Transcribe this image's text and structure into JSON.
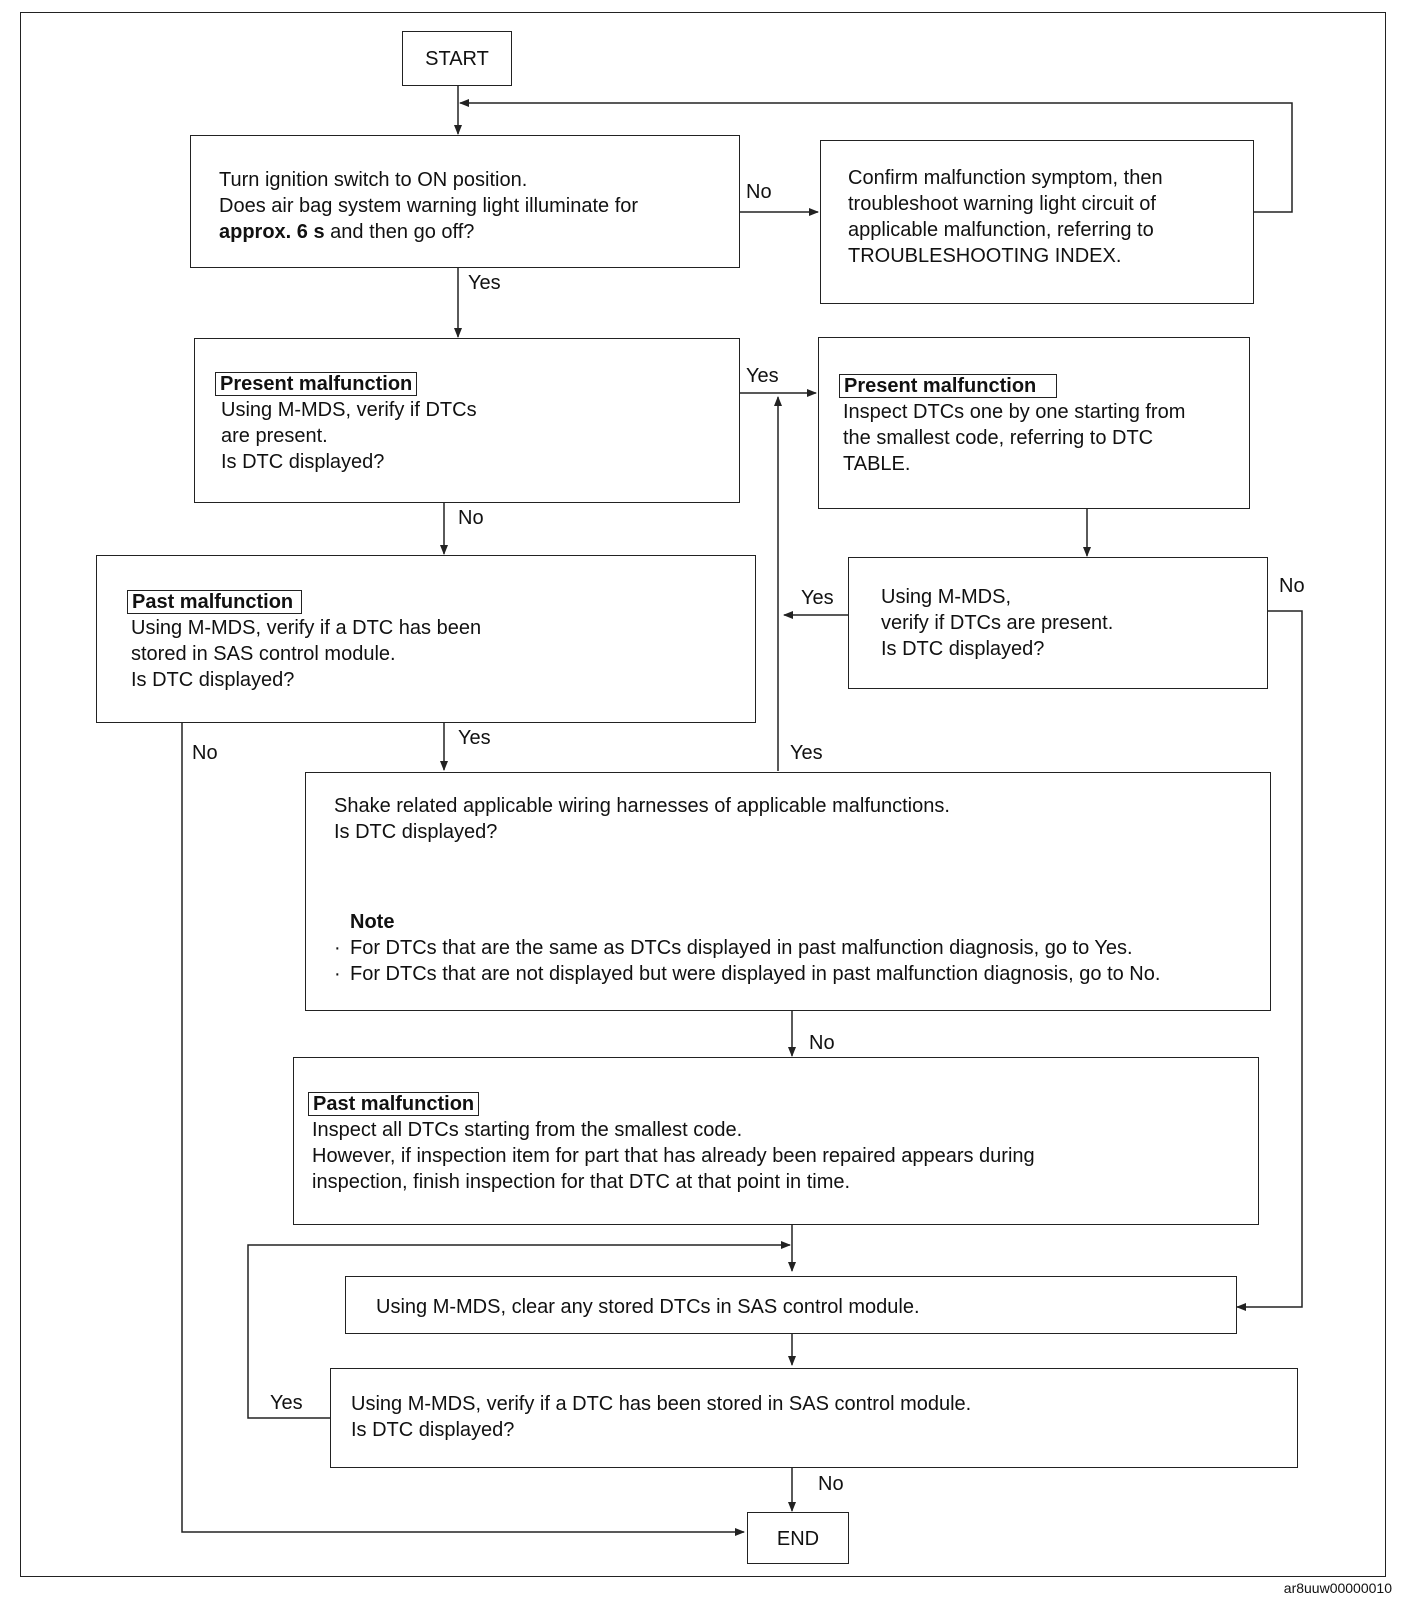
{
  "nodes": {
    "start": "START",
    "end": "END",
    "ignition": {
      "line1": "Turn ignition switch to ON position.",
      "line2": "Does air bag system warning light illuminate for",
      "bold": "approx. 6 s",
      "rest": " and then go off?"
    },
    "confirm": {
      "line1": "Confirm malfunction symptom, then",
      "line2": "troubleshoot warning light circuit of",
      "line3": "applicable malfunction, referring to",
      "line4": "TROUBLESHOOTING INDEX."
    },
    "present_verify": {
      "tag": "Present malfunction",
      "line1": "Using M-MDS, verify if DTCs",
      "line2": "are present.",
      "line3": "Is DTC displayed?"
    },
    "present_inspect": {
      "tag": "Present malfunction",
      "line1": "Inspect DTCs one by one starting from",
      "line2": "the smallest code, referring to DTC",
      "line3": "TABLE."
    },
    "reverify": {
      "line1": "Using M-MDS,",
      "line2": "verify if DTCs are present.",
      "line3": "Is DTC displayed?"
    },
    "past_verify": {
      "tag": "Past malfunction",
      "line1": "Using M-MDS, verify if a DTC has been",
      "line2": "stored in SAS control module.",
      "line3": "Is DTC displayed?"
    },
    "shake": {
      "line1": "Shake related applicable wiring harnesses of applicable malfunctions.",
      "line2": "Is DTC displayed?",
      "note_title": "Note",
      "note1": "For DTCs that are the same as DTCs displayed in past malfunction diagnosis, go to Yes.",
      "note2": "For DTCs that are not displayed but were displayed in past malfunction diagnosis, go to No."
    },
    "past_inspect": {
      "tag": "Past malfunction",
      "line1": "Inspect all DTCs starting from the smallest code.",
      "line2": "However, if inspection item for part that has already been repaired appears during",
      "line3": "inspection, finish inspection for that DTC at that point in time."
    },
    "clear": {
      "line1": "Using M-MDS, clear any stored DTCs in SAS control module."
    },
    "final_verify": {
      "line1": "Using M-MDS, verify if a DTC has been stored in SAS control module.",
      "line2": "Is DTC displayed?"
    }
  },
  "labels": {
    "ignition_no": "No",
    "ignition_yes": "Yes",
    "present_yes": "Yes",
    "present_no": "No",
    "reverify_yes": "Yes",
    "reverify_no": "No",
    "past_no": "No",
    "past_yes": "Yes",
    "shake_yes": "Yes",
    "shake_no": "No",
    "final_yes": "Yes",
    "final_no": "No"
  },
  "figure_code": "ar8uuw00000010"
}
